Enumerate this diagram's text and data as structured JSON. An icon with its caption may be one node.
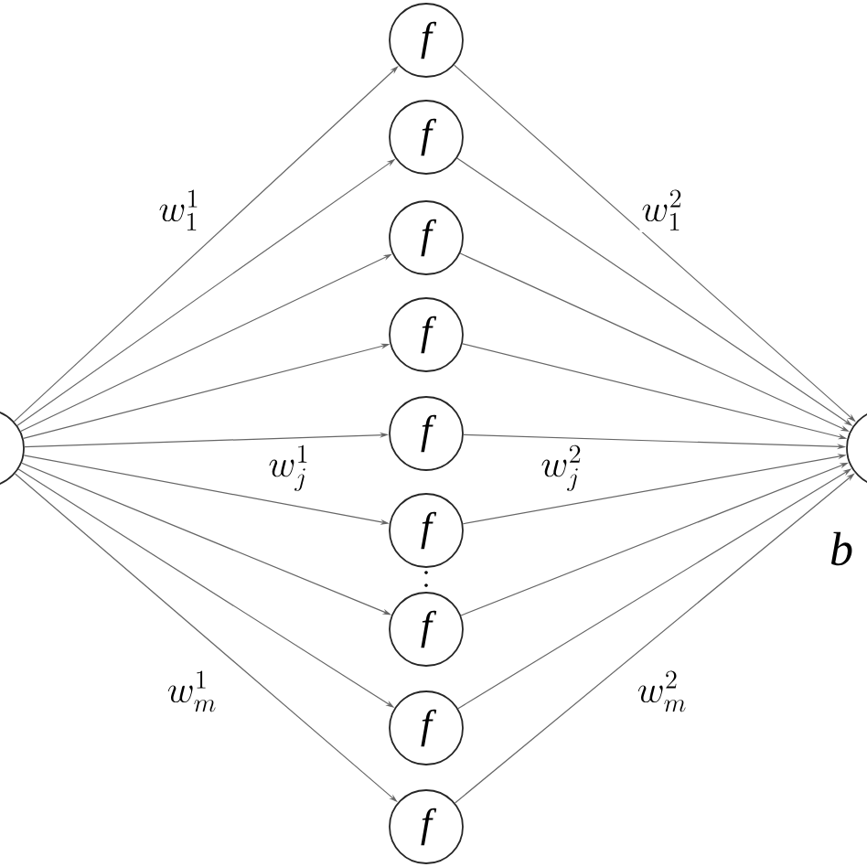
{
  "diagram": {
    "nodes": [
      {
        "text": [],
        "shape": "circle"
      },
      {
        "text": [
          "f"
        ]
      },
      {
        "text": [
          "f"
        ]
      },
      {
        "text": [
          "f"
        ]
      },
      {
        "text": [
          "f"
        ]
      },
      {
        "text": [
          "f"
        ]
      },
      {
        "text": [
          "f"
        ]
      },
      {
        "text": [
          "f"
        ]
      },
      {
        "text": [
          "f"
        ]
      },
      {
        "text": [
          "f"
        ]
      },
      {
        "text": [],
        "shape": "circle",
        "beside": [
          "b"
        ]
      }
    ],
    "edges": [
      {
        "from": 0,
        "to": 1,
        "arrow": "to",
        "label": "w^{1}_{1}"
      },
      {
        "from": 0,
        "to": 2,
        "arrow": "to"
      },
      {
        "from": 0,
        "to": 3,
        "arrow": "to"
      },
      {
        "from": 0,
        "to": 4,
        "arrow": "to"
      },
      {
        "from": 0,
        "to": 5,
        "arrow": "to"
      },
      {
        "from": 0,
        "to": 6,
        "arrow": "to",
        "label": "w^{1}_{j}"
      },
      {
        "from": 0,
        "to": 7,
        "arrow": "to"
      },
      {
        "from": 0,
        "to": 8,
        "arrow": "to"
      },
      {
        "from": 0,
        "to": 9,
        "arrow": "to",
        "label": "w^{1}_{m}"
      },
      {
        "from": 1,
        "to": 10,
        "arrow": "to",
        "label": "w^{2}_{1}"
      },
      {
        "from": 2,
        "to": 10,
        "arrow": "to"
      },
      {
        "from": 3,
        "to": 10,
        "arrow": "to"
      },
      {
        "from": 4,
        "to": 10,
        "arrow": "to"
      },
      {
        "from": 5,
        "to": 10,
        "arrow": "to"
      },
      {
        "from": 6,
        "to": 10,
        "arrow": "to",
        "label": "w^{2}_{j}"
      },
      {
        "from": 7,
        "to": 10,
        "arrow": "to"
      },
      {
        "from": 8,
        "to": 10,
        "arrow": "to"
      },
      {
        "from": 9,
        "to": 10,
        "arrow": "to",
        "label": "w^{2}_{m}"
      }
    ]
  }
}
